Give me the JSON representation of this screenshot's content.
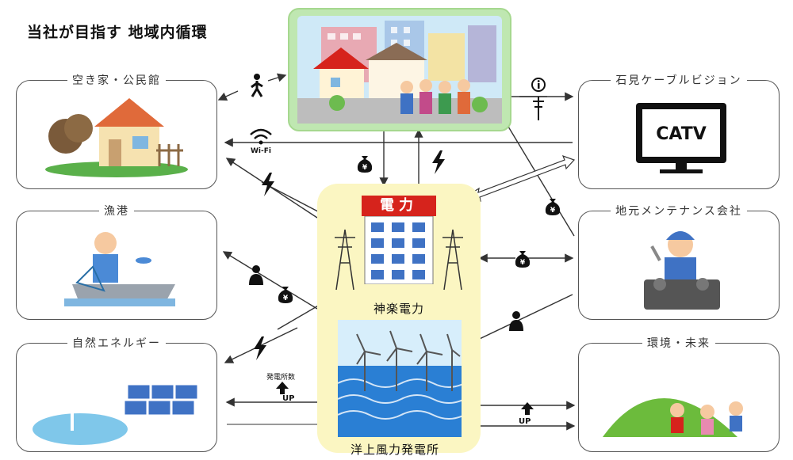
{
  "title": "当社が目指す 地域内循環",
  "panels": {
    "akiya": "空き家・公民館",
    "gyoko": "漁港",
    "shizen": "自然エネルギー",
    "catv_company": "石見ケーブルビジョン",
    "maintenance": "地元メンテナンス会社",
    "kankyo": "環境・未来"
  },
  "center": {
    "kagura": "神楽電力",
    "yojo": "洋上風力発電所",
    "building_sign": "電力"
  },
  "labels": {
    "catv": "CATV",
    "wifi": "Wi-Fi",
    "hatsuden": "発電所数",
    "up": "UP"
  },
  "colors": {
    "arrow": "#333333",
    "center_bg": "#fbf6c2",
    "sign_red": "#d6231c",
    "wifi_green": "#8bd16f"
  }
}
